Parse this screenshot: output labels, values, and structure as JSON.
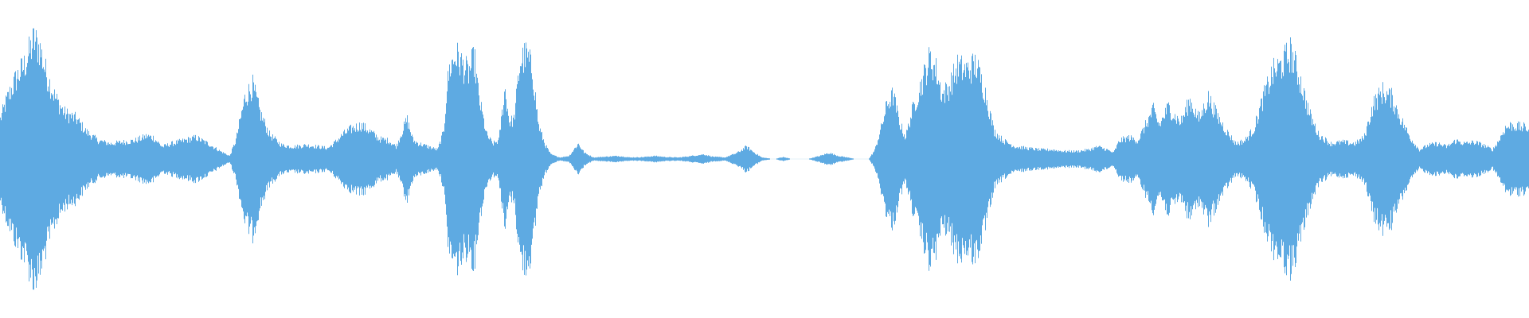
{
  "waveform": {
    "color": "#5eaae2",
    "background": "#ffffff",
    "envelope": [
      [
        0.0,
        0.26
      ],
      [
        0.004,
        0.38
      ],
      [
        0.01,
        0.52
      ],
      [
        0.016,
        0.62
      ],
      [
        0.022,
        0.78
      ],
      [
        0.026,
        0.72
      ],
      [
        0.03,
        0.56
      ],
      [
        0.036,
        0.4
      ],
      [
        0.042,
        0.3
      ],
      [
        0.05,
        0.26
      ],
      [
        0.056,
        0.18
      ],
      [
        0.064,
        0.12
      ],
      [
        0.072,
        0.1
      ],
      [
        0.08,
        0.11
      ],
      [
        0.088,
        0.12
      ],
      [
        0.096,
        0.15
      ],
      [
        0.1,
        0.14
      ],
      [
        0.106,
        0.08
      ],
      [
        0.112,
        0.1
      ],
      [
        0.12,
        0.12
      ],
      [
        0.128,
        0.14
      ],
      [
        0.136,
        0.1
      ],
      [
        0.144,
        0.05
      ],
      [
        0.15,
        0.02
      ],
      [
        0.154,
        0.12
      ],
      [
        0.16,
        0.4
      ],
      [
        0.165,
        0.48
      ],
      [
        0.17,
        0.3
      ],
      [
        0.176,
        0.16
      ],
      [
        0.184,
        0.09
      ],
      [
        0.192,
        0.08
      ],
      [
        0.2,
        0.09
      ],
      [
        0.208,
        0.08
      ],
      [
        0.214,
        0.07
      ],
      [
        0.218,
        0.1
      ],
      [
        0.224,
        0.16
      ],
      [
        0.23,
        0.2
      ],
      [
        0.236,
        0.22
      ],
      [
        0.242,
        0.18
      ],
      [
        0.248,
        0.13
      ],
      [
        0.254,
        0.12
      ],
      [
        0.259,
        0.08
      ],
      [
        0.262,
        0.16
      ],
      [
        0.266,
        0.26
      ],
      [
        0.27,
        0.12
      ],
      [
        0.274,
        0.1
      ],
      [
        0.28,
        0.08
      ],
      [
        0.286,
        0.06
      ],
      [
        0.29,
        0.18
      ],
      [
        0.292,
        0.46
      ],
      [
        0.294,
        0.6
      ],
      [
        0.298,
        0.68
      ],
      [
        0.302,
        0.62
      ],
      [
        0.306,
        0.56
      ],
      [
        0.31,
        0.66
      ],
      [
        0.313,
        0.4
      ],
      [
        0.318,
        0.16
      ],
      [
        0.322,
        0.1
      ],
      [
        0.326,
        0.12
      ],
      [
        0.33,
        0.46
      ],
      [
        0.333,
        0.24
      ],
      [
        0.336,
        0.26
      ],
      [
        0.34,
        0.64
      ],
      [
        0.344,
        0.68
      ],
      [
        0.348,
        0.58
      ],
      [
        0.352,
        0.22
      ],
      [
        0.356,
        0.1
      ],
      [
        0.36,
        0.03
      ],
      [
        0.366,
        0.01
      ],
      [
        0.372,
        0.02
      ],
      [
        0.378,
        0.1
      ],
      [
        0.382,
        0.04
      ],
      [
        0.388,
        0.01
      ],
      [
        0.396,
        0.015
      ],
      [
        0.404,
        0.02
      ],
      [
        0.412,
        0.01
      ],
      [
        0.42,
        0.012
      ],
      [
        0.428,
        0.02
      ],
      [
        0.436,
        0.012
      ],
      [
        0.444,
        0.01
      ],
      [
        0.452,
        0.02
      ],
      [
        0.46,
        0.03
      ],
      [
        0.466,
        0.015
      ],
      [
        0.474,
        0.01
      ],
      [
        0.482,
        0.04
      ],
      [
        0.488,
        0.08
      ],
      [
        0.492,
        0.05
      ],
      [
        0.498,
        0.01
      ],
      [
        0.506,
        0.0
      ],
      [
        0.512,
        0.012
      ],
      [
        0.518,
        0.0
      ],
      [
        0.528,
        0.0
      ],
      [
        0.536,
        0.02
      ],
      [
        0.542,
        0.04
      ],
      [
        0.548,
        0.02
      ],
      [
        0.554,
        0.01
      ],
      [
        0.56,
        0.0
      ],
      [
        0.568,
        0.0
      ],
      [
        0.572,
        0.06
      ],
      [
        0.576,
        0.2
      ],
      [
        0.58,
        0.36
      ],
      [
        0.584,
        0.42
      ],
      [
        0.588,
        0.24
      ],
      [
        0.592,
        0.14
      ],
      [
        0.596,
        0.3
      ],
      [
        0.6,
        0.42
      ],
      [
        0.604,
        0.54
      ],
      [
        0.608,
        0.66
      ],
      [
        0.612,
        0.58
      ],
      [
        0.616,
        0.42
      ],
      [
        0.62,
        0.46
      ],
      [
        0.626,
        0.6
      ],
      [
        0.632,
        0.58
      ],
      [
        0.638,
        0.62
      ],
      [
        0.644,
        0.44
      ],
      [
        0.65,
        0.18
      ],
      [
        0.656,
        0.12
      ],
      [
        0.664,
        0.08
      ],
      [
        0.672,
        0.07
      ],
      [
        0.68,
        0.06
      ],
      [
        0.688,
        0.06
      ],
      [
        0.696,
        0.05
      ],
      [
        0.704,
        0.05
      ],
      [
        0.712,
        0.06
      ],
      [
        0.718,
        0.08
      ],
      [
        0.724,
        0.06
      ],
      [
        0.728,
        0.04
      ],
      [
        0.732,
        0.12
      ],
      [
        0.738,
        0.14
      ],
      [
        0.744,
        0.12
      ],
      [
        0.75,
        0.24
      ],
      [
        0.754,
        0.32
      ],
      [
        0.758,
        0.22
      ],
      [
        0.764,
        0.34
      ],
      [
        0.768,
        0.28
      ],
      [
        0.772,
        0.24
      ],
      [
        0.778,
        0.38
      ],
      [
        0.784,
        0.26
      ],
      [
        0.79,
        0.4
      ],
      [
        0.796,
        0.28
      ],
      [
        0.802,
        0.18
      ],
      [
        0.808,
        0.1
      ],
      [
        0.814,
        0.12
      ],
      [
        0.82,
        0.2
      ],
      [
        0.826,
        0.4
      ],
      [
        0.832,
        0.56
      ],
      [
        0.838,
        0.62
      ],
      [
        0.844,
        0.7
      ],
      [
        0.85,
        0.52
      ],
      [
        0.856,
        0.3
      ],
      [
        0.862,
        0.16
      ],
      [
        0.87,
        0.1
      ],
      [
        0.878,
        0.11
      ],
      [
        0.886,
        0.1
      ],
      [
        0.892,
        0.14
      ],
      [
        0.898,
        0.36
      ],
      [
        0.904,
        0.44
      ],
      [
        0.91,
        0.4
      ],
      [
        0.916,
        0.26
      ],
      [
        0.922,
        0.14
      ],
      [
        0.928,
        0.06
      ],
      [
        0.934,
        0.09
      ],
      [
        0.94,
        0.1
      ],
      [
        0.946,
        0.08
      ],
      [
        0.952,
        0.12
      ],
      [
        0.958,
        0.1
      ],
      [
        0.964,
        0.11
      ],
      [
        0.97,
        0.09
      ],
      [
        0.976,
        0.06
      ],
      [
        0.98,
        0.12
      ],
      [
        0.984,
        0.2
      ],
      [
        0.988,
        0.22
      ],
      [
        0.994,
        0.21
      ],
      [
        1.0,
        0.2
      ]
    ]
  }
}
